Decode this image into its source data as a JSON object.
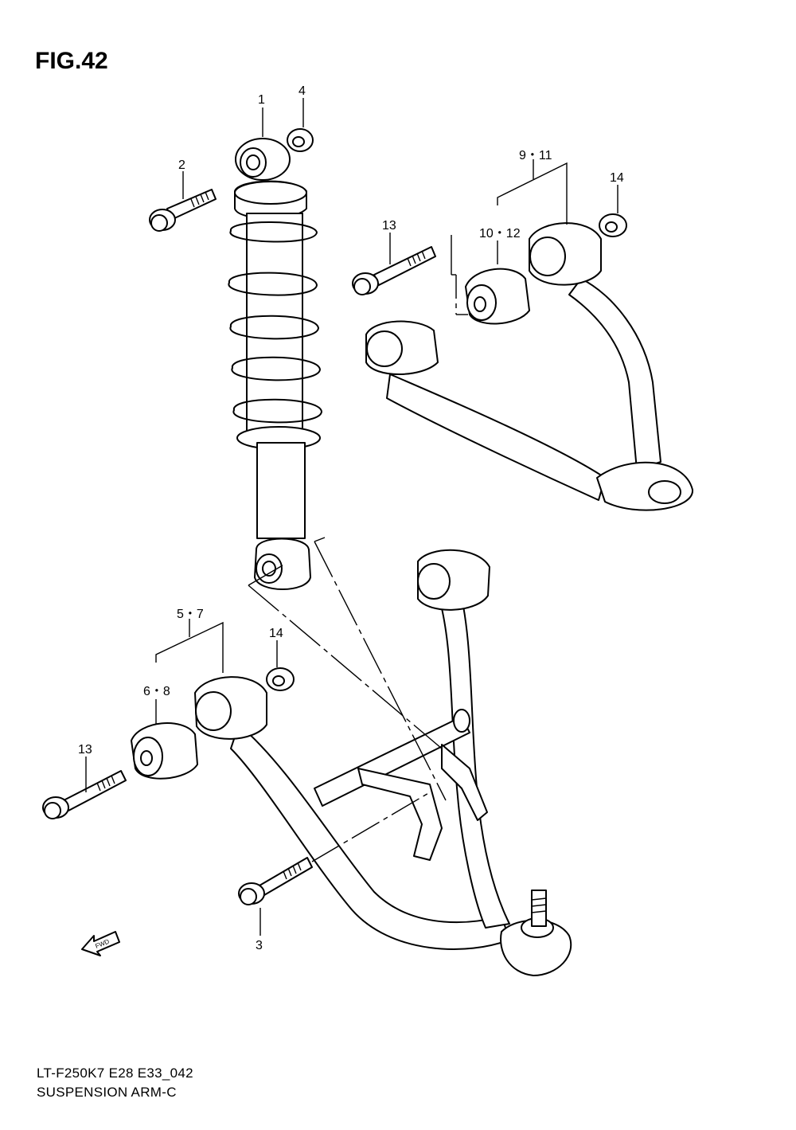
{
  "figure": {
    "title": "FIG.42"
  },
  "callouts": {
    "c1": "1",
    "c2": "2",
    "c3": "3",
    "c4": "4",
    "c5_7": "5・7",
    "c6_8": "6・8",
    "c9_11": "9・11",
    "c10_12": "10・12",
    "c13_upper": "13",
    "c13_lower": "13",
    "c14_upper": "14",
    "c14_lower": "14"
  },
  "fwd_label": "FWD",
  "footer": {
    "model": "LT-F250K7 E28 E33_042",
    "section": "SUSPENSION ARM-C"
  }
}
